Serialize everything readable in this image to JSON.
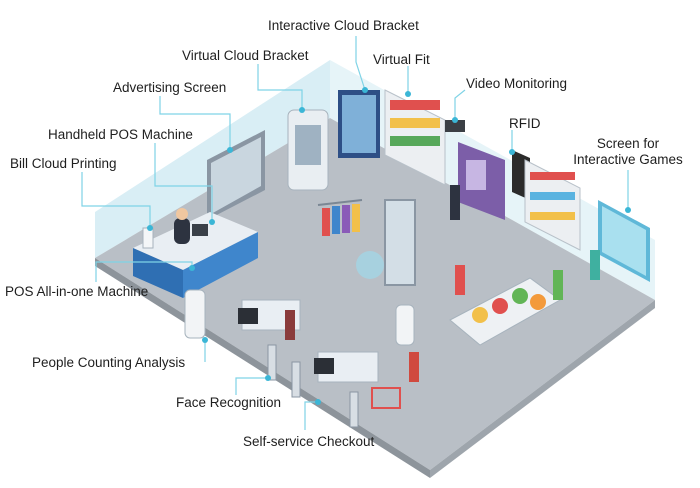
{
  "labels": {
    "interactive_cloud_bracket": "Interactive Cloud Bracket",
    "virtual_cloud_bracket": "Virtual Cloud Bracket",
    "virtual_fit": "Virtual Fit",
    "advertising_screen": "Advertising Screen",
    "video_monitoring": "Video Monitoring",
    "handheld_pos_machine": "Handheld POS Machine",
    "rfid": "RFID",
    "bill_cloud_printing": "Bill Cloud Printing",
    "screen_interactive_games_line1": "Screen for",
    "screen_interactive_games_line2": "Interactive Games",
    "pos_all_in_one": "POS All-in-one Machine",
    "people_counting": "People Counting Analysis",
    "face_recognition": "Face Recognition",
    "self_service_checkout": "Self-service Checkout"
  },
  "colors": {
    "leader_line": "#7fd3e6",
    "leader_dot": "#3bb6d6",
    "floor": "#b9bfc6",
    "wall": "#cfe9f1",
    "counter": "#2f6fb3"
  }
}
